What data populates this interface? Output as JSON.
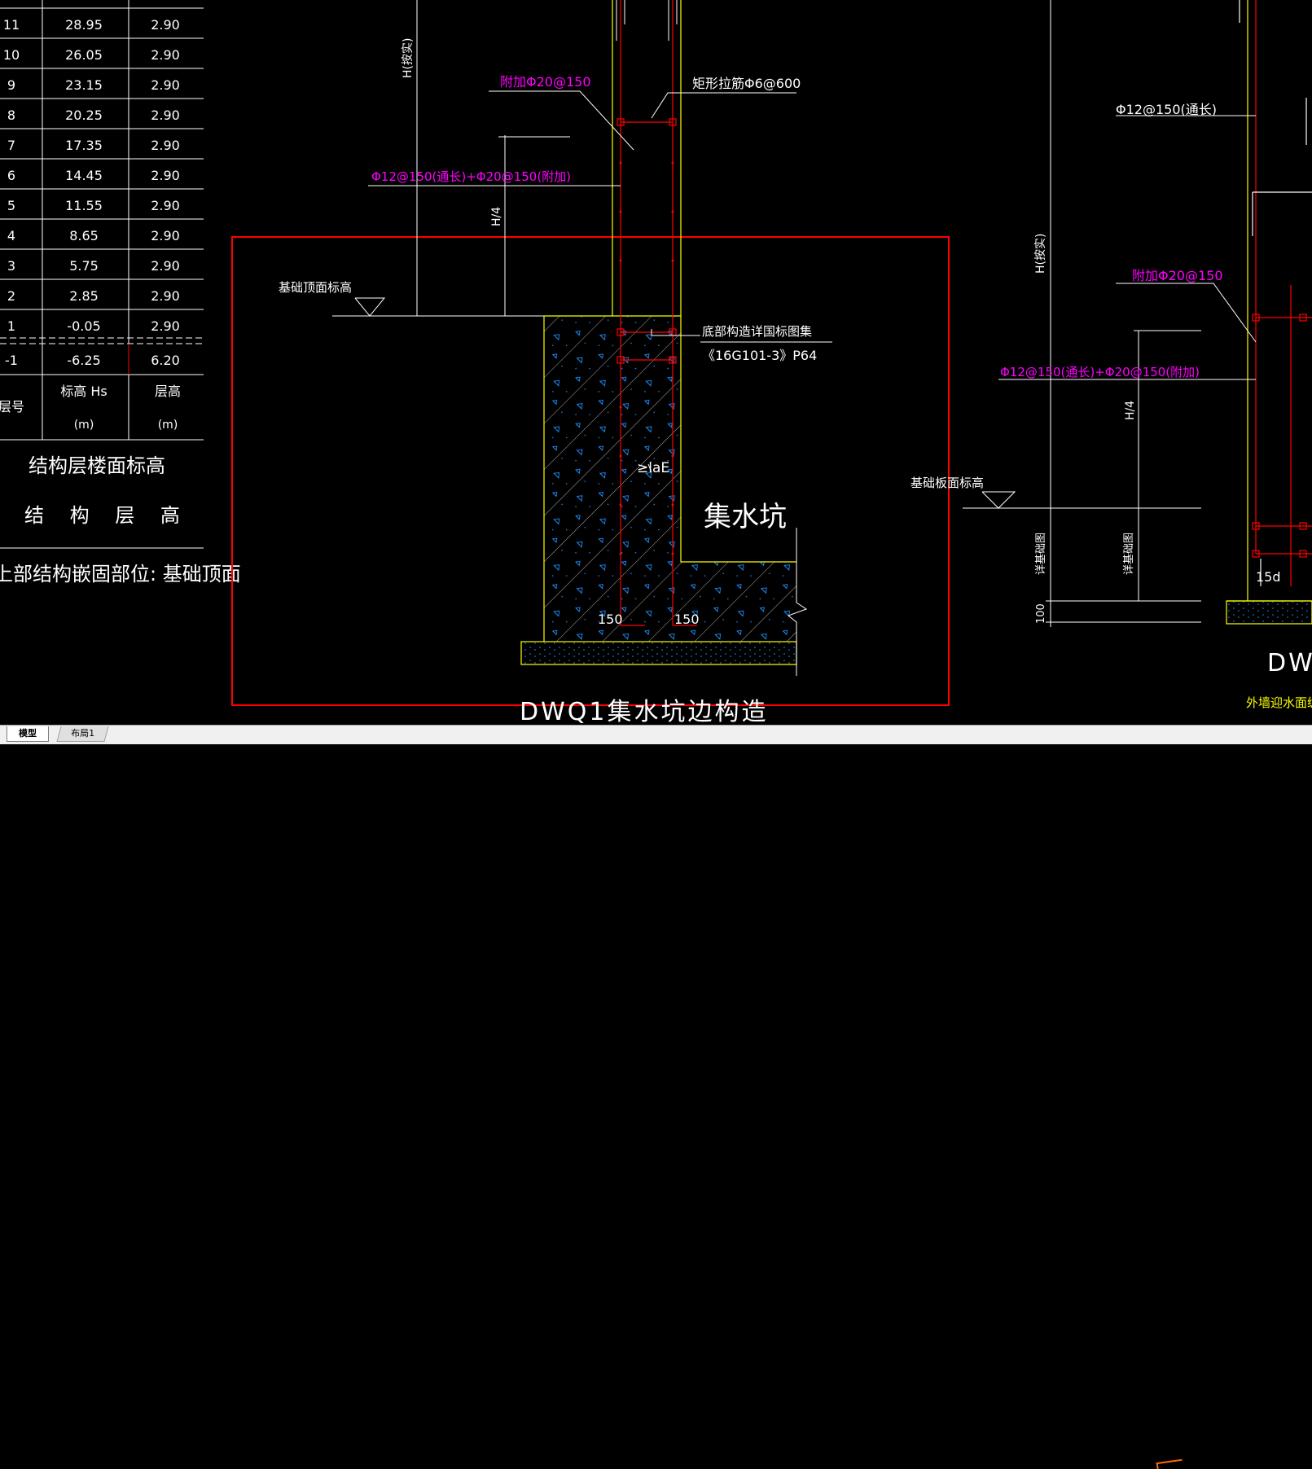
{
  "elevation_table": {
    "rows": [
      {
        "floor": "11",
        "elevation": "28.95",
        "height": "2.90"
      },
      {
        "floor": "10",
        "elevation": "26.05",
        "height": "2.90"
      },
      {
        "floor": "9",
        "elevation": "23.15",
        "height": "2.90"
      },
      {
        "floor": "8",
        "elevation": "20.25",
        "height": "2.90"
      },
      {
        "floor": "7",
        "elevation": "17.35",
        "height": "2.90"
      },
      {
        "floor": "6",
        "elevation": "14.45",
        "height": "2.90"
      },
      {
        "floor": "5",
        "elevation": "11.55",
        "height": "2.90"
      },
      {
        "floor": "4",
        "elevation": "8.65",
        "height": "2.90"
      },
      {
        "floor": "3",
        "elevation": "5.75",
        "height": "2.90"
      },
      {
        "floor": "2",
        "elevation": "2.85",
        "height": "2.90"
      },
      {
        "floor": "1",
        "elevation": "-0.05",
        "height": "2.90"
      },
      {
        "floor": "-1",
        "elevation": "-6.25",
        "height": "6.20"
      }
    ],
    "header_floor": "层号",
    "header_elevation": "标高 Hs",
    "header_elevation_unit": "(m)",
    "header_height": "层高",
    "header_height_unit": "(m)",
    "caption_line1": "结构层楼面标高",
    "caption_line2": "结 构 层 高",
    "embed_note": "上部结构嵌固部位: 基础顶面"
  },
  "drawing": {
    "h_label": "H(按实)",
    "h4_label": "H/4",
    "extra_rebar": "附加Φ20@150",
    "tie_rebar": "矩形拉筋Φ6@600",
    "wall_rebar": "Φ12@150(通长)+Φ20@150(附加)",
    "found_top": "基础顶面标高",
    "bottom_ref_1": "底部构造详国标图集",
    "bottom_ref_2": "《16G101-3》P64",
    "lae": "≥laE",
    "pit_label": "集水坑",
    "dim_150_left": "150",
    "dim_150_right": "150",
    "detail_title": "DWQ1集水坑边构造"
  },
  "right_detail": {
    "through_rebar": "Φ12@150(通长)",
    "h_label": "H(按实)",
    "extra_rebar": "附加Φ20@150",
    "wall_rebar": "Φ12@150(通长)+Φ20@150(附加)",
    "h4_label": "H/4",
    "found_slab": "基础板面标高",
    "anchor_1": "详基础图",
    "anchor_2": "详基础图",
    "dim_100": "100",
    "dim_15d": "15d",
    "title_partial": "DW",
    "note_partial": "外墙迎水面纵向"
  },
  "tabs": {
    "model": "模型",
    "layout1": "布局1"
  },
  "colors": {
    "line": "#ffffff",
    "wall": "#ffff00",
    "rebar": "#ff0000",
    "text_rebar": "#ff00ff",
    "hatch": "#1e90ff",
    "frame": "#ff0000"
  }
}
